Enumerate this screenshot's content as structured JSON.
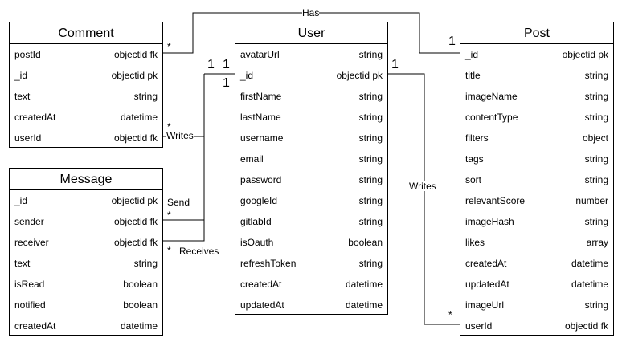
{
  "entities": {
    "comment": {
      "title": "Comment",
      "fields": [
        {
          "name": "postId",
          "type": "objectid fk"
        },
        {
          "name": "_id",
          "type": "objectid pk"
        },
        {
          "name": "text",
          "type": "string"
        },
        {
          "name": "createdAt",
          "type": "datetime"
        },
        {
          "name": "userId",
          "type": "objectid fk"
        }
      ]
    },
    "message": {
      "title": "Message",
      "fields": [
        {
          "name": "_id",
          "type": "objectid pk"
        },
        {
          "name": "sender",
          "type": "objectid fk"
        },
        {
          "name": "receiver",
          "type": "objectid fk"
        },
        {
          "name": "text",
          "type": "string"
        },
        {
          "name": "isRead",
          "type": "boolean"
        },
        {
          "name": "notified",
          "type": "boolean"
        },
        {
          "name": "createdAt",
          "type": "datetime"
        }
      ]
    },
    "user": {
      "title": "User",
      "fields": [
        {
          "name": "avatarUrl",
          "type": "string"
        },
        {
          "name": "_id",
          "type": "objectid pk"
        },
        {
          "name": "firstName",
          "type": "string"
        },
        {
          "name": "lastName",
          "type": "string"
        },
        {
          "name": "username",
          "type": "string"
        },
        {
          "name": "email",
          "type": "string"
        },
        {
          "name": "password",
          "type": "string"
        },
        {
          "name": "googleId",
          "type": "string"
        },
        {
          "name": "gitlabId",
          "type": "string"
        },
        {
          "name": "isOauth",
          "type": "boolean"
        },
        {
          "name": "refreshToken",
          "type": "string"
        },
        {
          "name": "createdAt",
          "type": "datetime"
        },
        {
          "name": "updatedAt",
          "type": "datetime"
        }
      ]
    },
    "post": {
      "title": "Post",
      "fields": [
        {
          "name": "_id",
          "type": "objectid pk"
        },
        {
          "name": "title",
          "type": "string"
        },
        {
          "name": "imageName",
          "type": "string"
        },
        {
          "name": "contentType",
          "type": "string"
        },
        {
          "name": "filters",
          "type": "object"
        },
        {
          "name": "tags",
          "type": "string"
        },
        {
          "name": "sort",
          "type": "string"
        },
        {
          "name": "relevantScore",
          "type": "number"
        },
        {
          "name": "imageHash",
          "type": "string"
        },
        {
          "name": "likes",
          "type": "array"
        },
        {
          "name": "createdAt",
          "type": "datetime"
        },
        {
          "name": "updatedAt",
          "type": "datetime"
        },
        {
          "name": "imageUrl",
          "type": "string"
        },
        {
          "name": "userId",
          "type": "objectid fk"
        }
      ]
    }
  },
  "relations": {
    "has": {
      "label": "Has",
      "from_card": "*",
      "to_card": "1"
    },
    "comment_writes": {
      "label": "Writes",
      "from_card": "*",
      "to_card": "1"
    },
    "send": {
      "label": "Send",
      "from_card": "*",
      "to_card": "1"
    },
    "receives": {
      "label": "Receives",
      "from_card": "*",
      "to_card": "1"
    },
    "post_writes": {
      "label": "Writes",
      "from_card": "*",
      "to_card": "1"
    }
  }
}
